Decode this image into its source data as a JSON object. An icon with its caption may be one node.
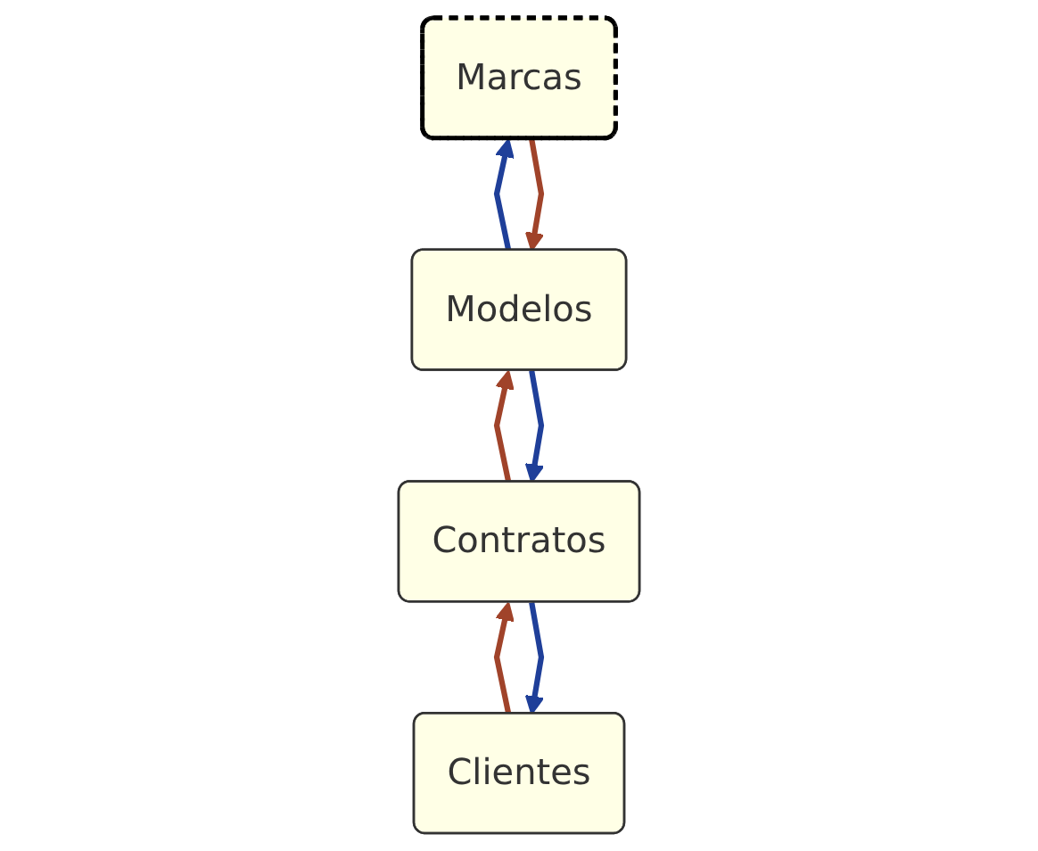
{
  "diagram": {
    "nodes": [
      {
        "text": [
          "Clientes"
        ]
      },
      {
        "text": [
          "Marcas"
        ]
      },
      {
        "text": [
          "Contratos"
        ]
      },
      {
        "text": [
          "Modelos"
        ]
      }
    ],
    "edges": [
      {
        "from": 3,
        "to": 1,
        "arrow": "to",
        "color": "#1f3f99"
      },
      {
        "from": 1,
        "to": 3,
        "arrow": "to",
        "color": "#a0432a"
      },
      {
        "from": 3,
        "to": 2,
        "arrow": "to",
        "color": "#1f3f99"
      },
      {
        "from": 2,
        "to": 3,
        "arrow": "to",
        "color": "#a0432a"
      },
      {
        "from": 2,
        "to": 0,
        "arrow": "to",
        "color": "#1f3f99"
      },
      {
        "from": 0,
        "to": 2,
        "arrow": "to",
        "color": "#a0432a"
      }
    ]
  }
}
